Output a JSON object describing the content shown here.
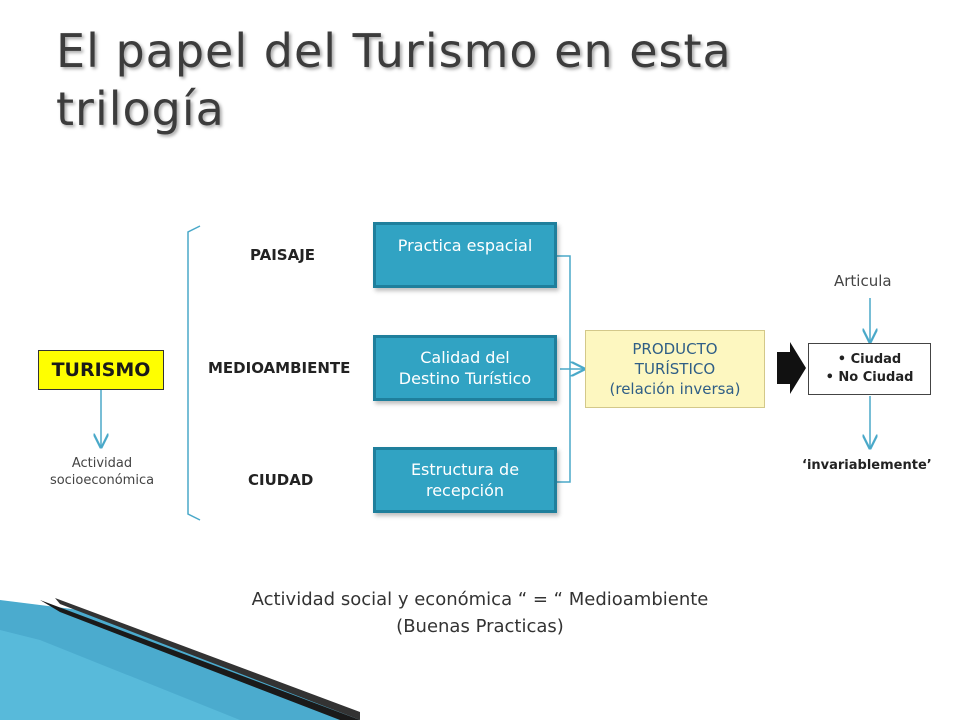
{
  "title": "El papel del Turismo en esta trilogía",
  "turismo": "TURISMO",
  "actividad_line1": "Actividad",
  "actividad_line2": "socioeconómica",
  "categories": {
    "paisaje": "PAISAJE",
    "medioambiente": "MEDIOAMBIENTE",
    "ciudad": "CIUDAD"
  },
  "boxes": {
    "practica": "Practica espacial",
    "calidad_l1": "Calidad del",
    "calidad_l2": "Destino Turístico",
    "estructura_l1": "Estructura de",
    "estructura_l2": "recepción"
  },
  "producto": {
    "line1": "PRODUCTO",
    "line2": "TURÍSTICO",
    "line3": "(relación inversa)"
  },
  "articula": "Articula",
  "ciudad_list": [
    "Ciudad",
    "No Ciudad"
  ],
  "invariablemente": "‘invariablemente’",
  "bottom_line1": "Actividad social y económica “ = “ Medioambiente",
  "bottom_line2": "(Buenas Practicas)",
  "colors": {
    "box_fill": "#31a3c3",
    "box_border": "#1f7f9c",
    "turismo_fill": "#ffff00",
    "producto_fill": "#fdf7c0",
    "arrow": "#4aa9c9",
    "decor_dark": "#1a1a1a",
    "decor_teal": "#2b9cc6"
  }
}
